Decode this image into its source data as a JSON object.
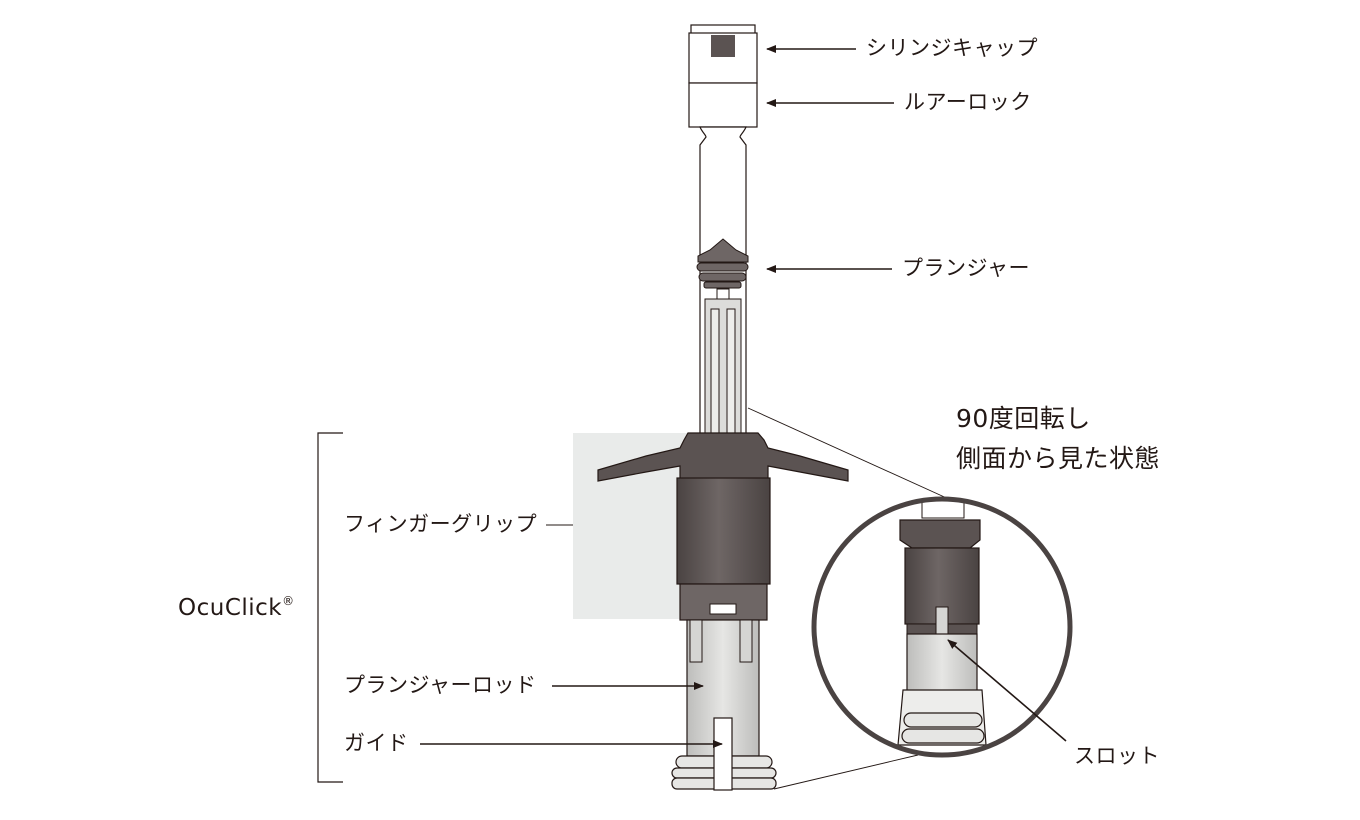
{
  "labels": {
    "syringe_cap": "シリンジキャップ",
    "luer_lock": "ルアーロック",
    "plunger": "プランジャー",
    "rotation_line1": "90度回転し",
    "rotation_line2": "側面から見た状態",
    "finger_grip": "フィンガーグリップ",
    "ocuclick": "OcuClick",
    "ocuclick_mark": "®",
    "plunger_rod": "プランジャーロッド",
    "guide": "ガイド",
    "slot": "スロット"
  },
  "colors": {
    "grip_dark": "#5b5352",
    "rod_light": "#d5d5d3",
    "outline": "#231815",
    "highlight_panel": "#e9ebea"
  }
}
